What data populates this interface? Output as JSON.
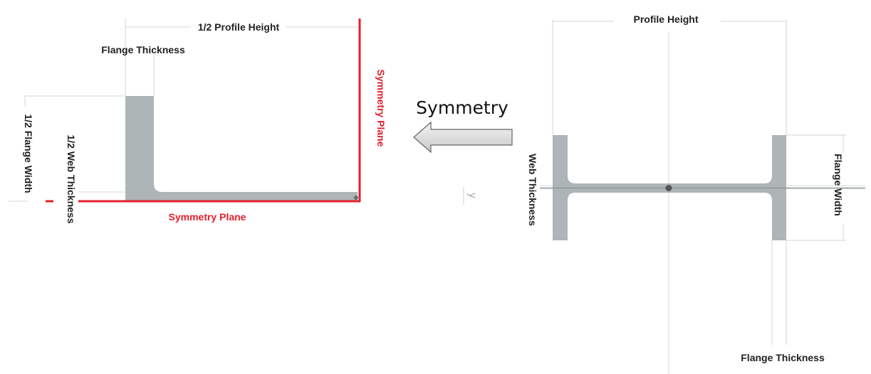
{
  "left_panel": {
    "half_profile_height": "1/2 Profile Height",
    "flange_thickness": "Flange Thickness",
    "half_flange_width": "1/2 Flange Width",
    "half_web_thickness": "1/2 Web Thickness",
    "symmetry_plane_horizontal": "Symmetry Plane",
    "symmetry_plane_vertical": "Symmetry Plane"
  },
  "arrow": {
    "label": "Symmetry"
  },
  "right_panel": {
    "profile_height": "Profile Height",
    "web_thickness": "Web Thickness",
    "flange_width": "Flange Width",
    "flange_thickness": "Flange Thickness",
    "axis_label": "y"
  },
  "colors": {
    "steel": "#adb5b6",
    "symmetry_red": "#e41f2b",
    "dimension_line": "#d6d6d6",
    "arrow_fill": "#e6e6e6",
    "arrow_stroke": "#666666"
  }
}
